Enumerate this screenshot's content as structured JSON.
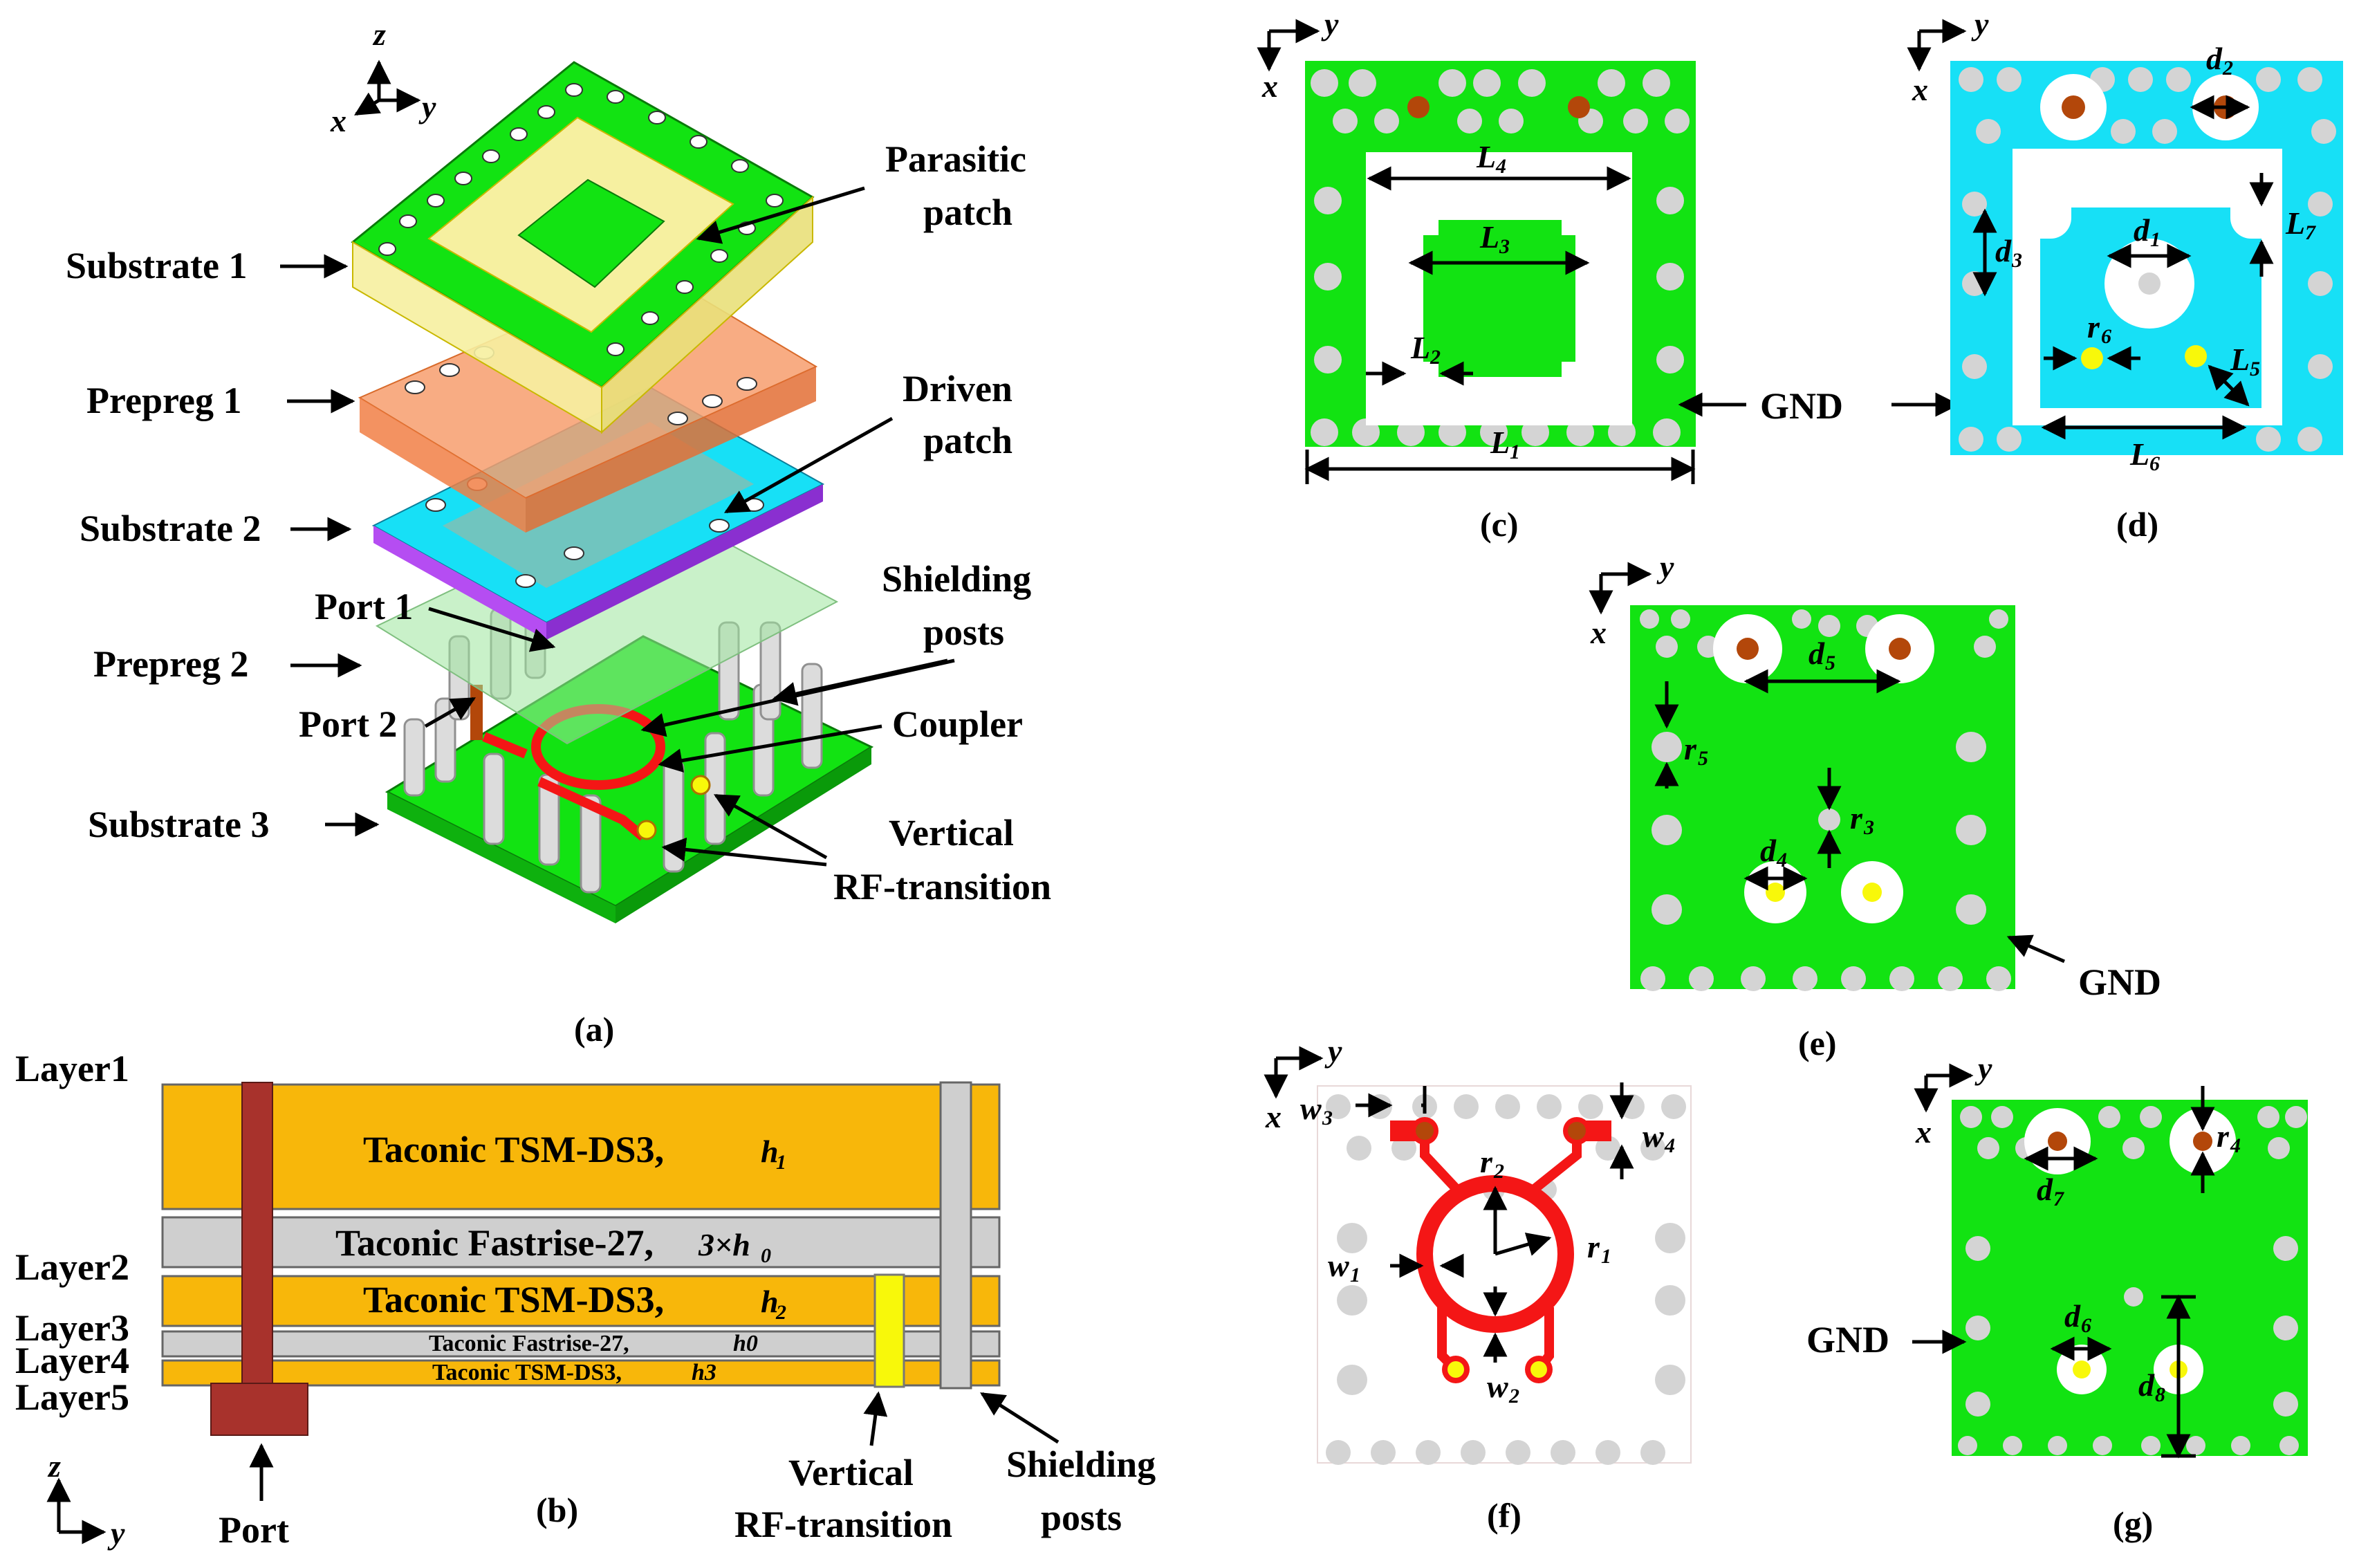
{
  "colors": {
    "green": "#12e312",
    "cyan": "#17e0f6",
    "red": "#f41616",
    "brown": "#b3470a",
    "yellow": "#f8f80a",
    "gold": "#f8b70a",
    "gray": "#cfcfcf",
    "darkred": "#a8322c",
    "salmon": "#f79e6d",
    "violet": "#b54df2",
    "paleyellow": "#f6f0a0"
  },
  "panel_a": {
    "axes": {
      "z": "z",
      "x": "x",
      "y": "y"
    },
    "labels": {
      "substrate1": "Substrate 1",
      "prepreg1": "Prepreg 1",
      "substrate2": "Substrate 2",
      "prepreg2": "Prepreg 2",
      "substrate3": "Substrate 3",
      "port1": "Port 1",
      "port2": "Port 2",
      "parasitic_1": "Parasitic",
      "parasitic_2": "patch",
      "driven_1": "Driven",
      "driven_2": "patch",
      "shielding_1": "Shielding",
      "shielding_2": "posts",
      "coupler": "Coupler",
      "vertical_1": "Vertical",
      "vertical_2": "RF-transition"
    },
    "caption": "(a)"
  },
  "panel_b": {
    "layers": [
      "Layer1",
      "Layer2",
      "Layer3",
      "Layer4",
      "Layer5"
    ],
    "materials": {
      "m1": "Taconic TSM-DS3,",
      "m1_var": "h",
      "m1_sub": "1",
      "m2": "Taconic Fastrise-27,",
      "m2_var": "3×h",
      "m2_sub": "0",
      "m3": "Taconic TSM-DS3,",
      "m3_var": "h",
      "m3_sub": "2",
      "m4": "Taconic Fastrise-27,",
      "m4_var": "h0",
      "m5": "Taconic TSM-DS3,",
      "m5_var": "h3"
    },
    "labels": {
      "port": "Port",
      "vertical_1": "Vertical",
      "vertical_2": "RF-transition",
      "shielding_1": "Shielding",
      "shielding_2": "posts"
    },
    "axes": {
      "z": "z",
      "y": "y"
    },
    "caption": "(b)"
  },
  "panel_c": {
    "axes": {
      "y": "y",
      "x": "x"
    },
    "dims": {
      "L4": "L",
      "L4s": "4",
      "L3": "L",
      "L3s": "3",
      "L2": "L",
      "L2s": "2",
      "L1": "L",
      "L1s": "1"
    },
    "caption": "(c)"
  },
  "gnd_shared": "GND",
  "panel_d": {
    "axes": {
      "y": "y",
      "x": "x"
    },
    "dims": {
      "d2": "d",
      "d2s": "2",
      "d1": "d",
      "d1s": "1",
      "d3": "d",
      "d3s": "3",
      "L7": "L",
      "L7s": "7",
      "r6": "r",
      "r6s": "6",
      "L5": "L",
      "L5s": "5",
      "L6": "L",
      "L6s": "6"
    },
    "caption": "(d)"
  },
  "panel_e": {
    "axes": {
      "y": "y",
      "x": "x"
    },
    "dims": {
      "d5": "d",
      "d5s": "5",
      "r5": "r",
      "r5s": "5",
      "r3": "r",
      "r3s": "3",
      "d4": "d",
      "d4s": "4"
    },
    "gnd": "GND",
    "caption": "(e)"
  },
  "panel_f": {
    "axes": {
      "y": "y",
      "x": "x"
    },
    "dims": {
      "w3": "w",
      "w3s": "3",
      "w4": "w",
      "w4s": "4",
      "r2": "r",
      "r2s": "2",
      "r1": "r",
      "r1s": "1",
      "w1": "w",
      "w1s": "1",
      "w2": "w",
      "w2s": "2"
    },
    "caption": "(f)"
  },
  "panel_g": {
    "axes": {
      "y": "y",
      "x": "x"
    },
    "dims": {
      "r4": "r",
      "r4s": "4",
      "d7": "d",
      "d7s": "7",
      "d6": "d",
      "d6s": "6",
      "d8": "d",
      "d8s": "8"
    },
    "gnd": "GND",
    "caption": "(g)"
  }
}
